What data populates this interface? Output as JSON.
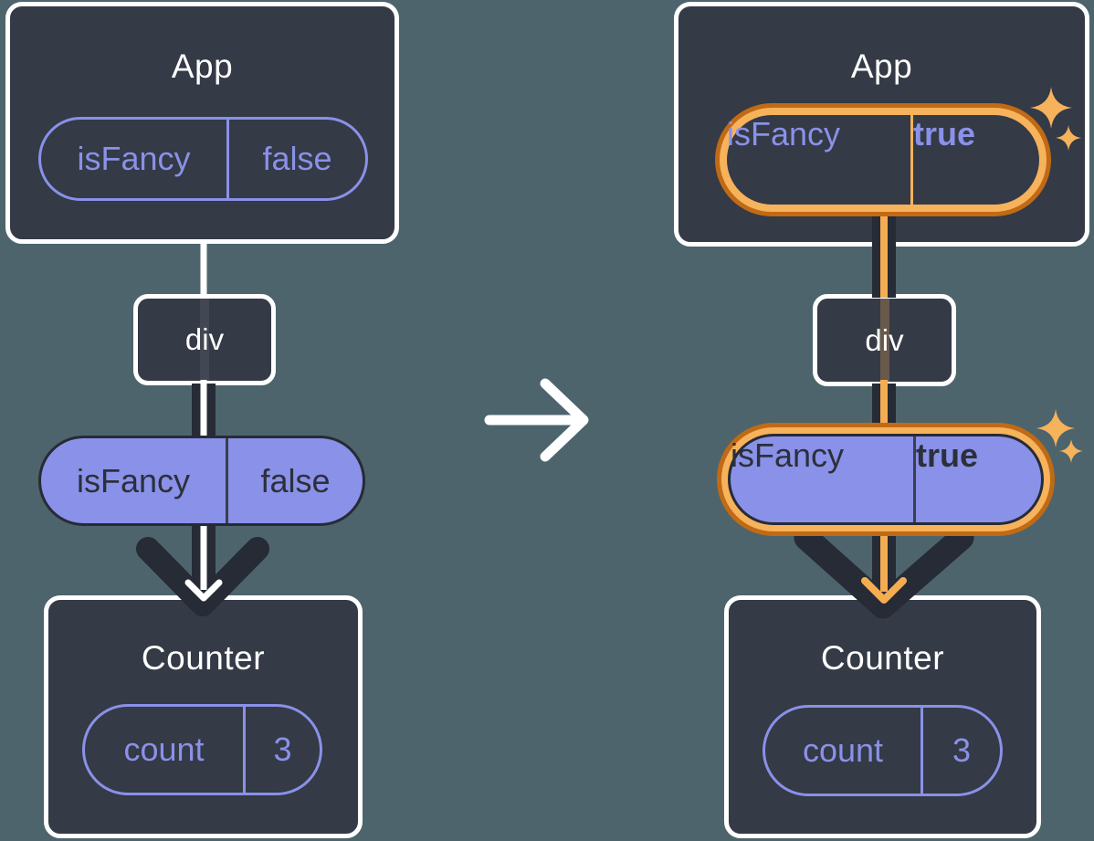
{
  "colors": {
    "background": "#4D646D",
    "box_fill": "#343A46",
    "box_border": "#FFFFFF",
    "purple": "#8A91E8",
    "dark_line": "#262B35",
    "dark_text": "#2B303B",
    "orange_dark": "#C16A15",
    "orange_light": "#F7B25C",
    "orange_arrow": "#F5AD52",
    "white_line": "#FFFFFF"
  },
  "transition": {
    "arrow_direction": "right"
  },
  "left": {
    "app": {
      "title": "App",
      "state_name": "isFancy",
      "state_value": "false"
    },
    "div": {
      "label": "div"
    },
    "prop": {
      "name": "isFancy",
      "value": "false"
    },
    "counter": {
      "title": "Counter",
      "state_name": "count",
      "state_value": "3"
    }
  },
  "right": {
    "app": {
      "title": "App",
      "state_name": "isFancy",
      "state_value": "true"
    },
    "div": {
      "label": "div"
    },
    "prop": {
      "name": "isFancy",
      "value": "true"
    },
    "counter": {
      "title": "Counter",
      "state_name": "count",
      "state_value": "3"
    },
    "sparkles": "highlight"
  }
}
